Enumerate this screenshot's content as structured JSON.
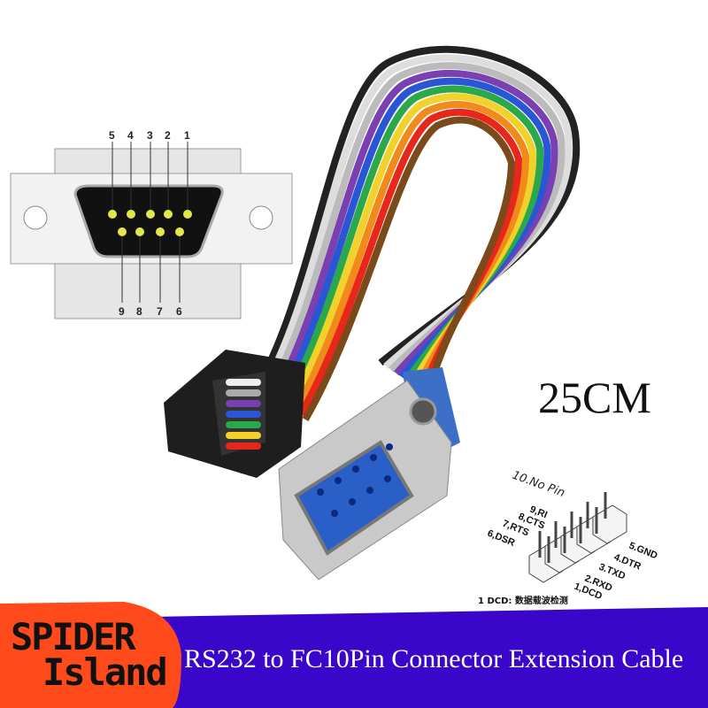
{
  "brand": {
    "line1": "SPIDER",
    "line2": "Island"
  },
  "product_title": "RS232 to FC10Pin Connector  Extension Cable",
  "cable_length": "25CM",
  "db9_diagram": {
    "top_pins": [
      "5",
      "4",
      "3",
      "2",
      "1"
    ],
    "bottom_pins": [
      "9",
      "8",
      "7",
      "6"
    ]
  },
  "header_pinout": {
    "no_pin": "10.No Pin",
    "left_labels": [
      "9,RI",
      "8,CTS",
      "7,RTS",
      "6,DSR"
    ],
    "right_labels": [
      "5.GND",
      "4.DTR",
      "3.TXD",
      "2.RXD",
      "1,DCD"
    ],
    "note": "1 DCD: 数据载波检测"
  },
  "colors": {
    "banner_blue": "#3a06c9",
    "brand_orange": "#ff4a1c",
    "db9_pin": "#e2e84a"
  }
}
